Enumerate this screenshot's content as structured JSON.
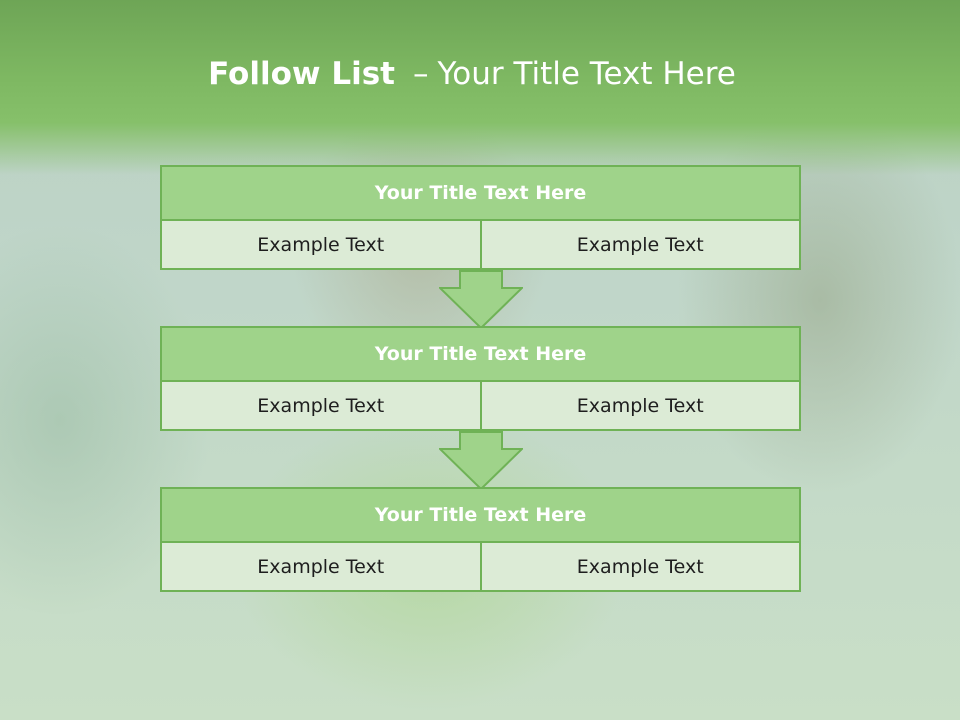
{
  "slide": {
    "title_bold": "Follow List",
    "title_separator": "–",
    "title_rest": "Your Title Text Here"
  },
  "colors": {
    "header_green": "#7eb862",
    "box_fill": "#9fd38a",
    "box_border": "#6fb256",
    "cell_fill": "#dcebd6"
  },
  "blocks": [
    {
      "title": "Your Title Text Here",
      "left": "Example Text",
      "right": "Example Text"
    },
    {
      "title": "Your Title Text Here",
      "left": "Example Text",
      "right": "Example Text"
    },
    {
      "title": "Your Title Text Here",
      "left": "Example Text",
      "right": "Example Text"
    }
  ],
  "connectors": [
    "down-arrow-icon",
    "down-arrow-icon"
  ]
}
